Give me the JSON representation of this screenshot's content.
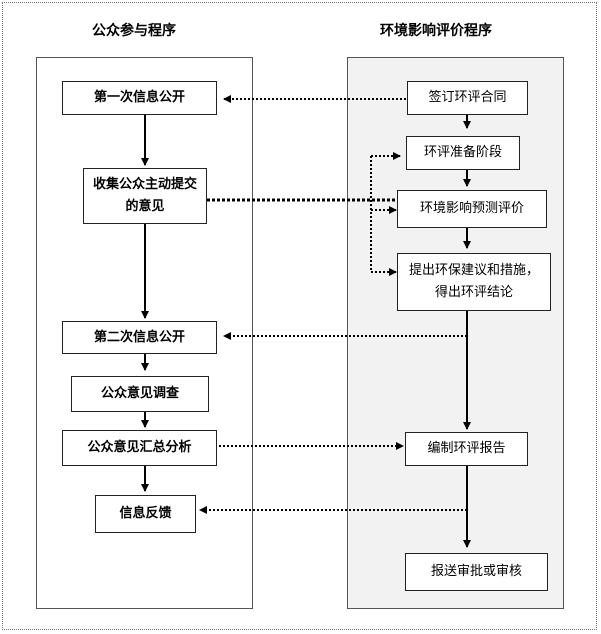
{
  "titles": {
    "left": "公众参与程序",
    "right": "环境影响评价程序"
  },
  "left_steps": [
    "第一次信息公开",
    "收集公众主动提交的意见",
    "第二次信息公开",
    "公众意见调查",
    "公众意见汇总分析",
    "信息反馈"
  ],
  "right_steps": [
    "签订环评合同",
    "环评准备阶段",
    "环境影响预测评价",
    "提出环保建议和措施，得出环评结论",
    "编制环评报告",
    "报送审批或审核"
  ],
  "colors": {
    "right_panel_bg": "#f2f2f2",
    "line": "#000000"
  }
}
